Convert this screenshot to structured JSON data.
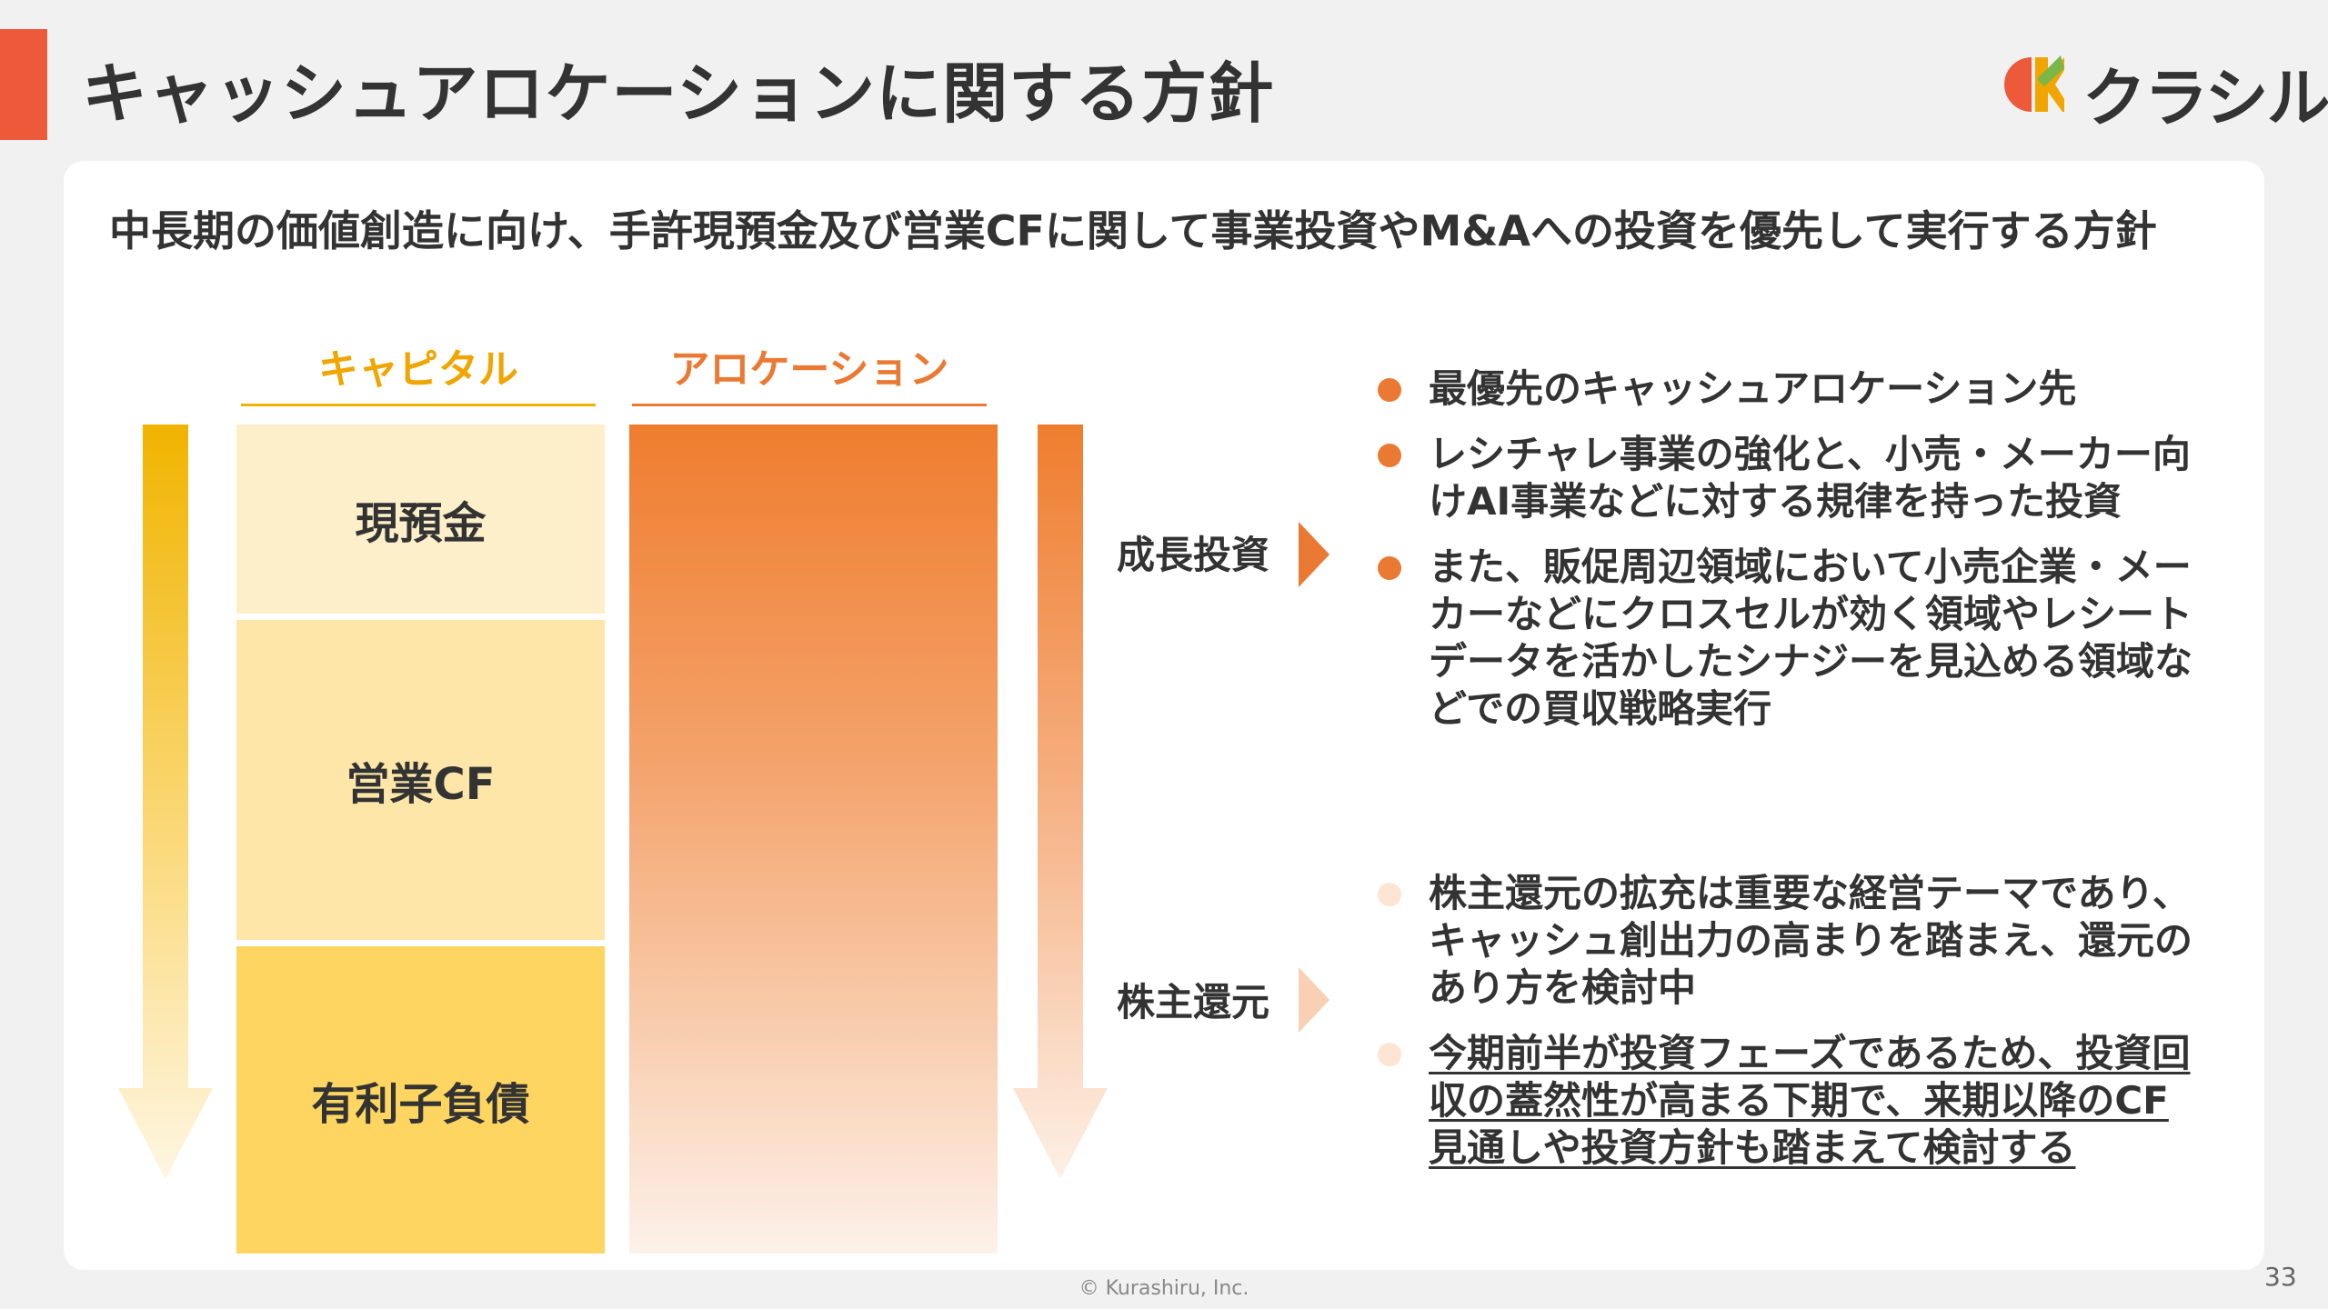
{
  "header": {
    "title": "キャッシュアロケーションに関する方針",
    "logo_text": "クラシル",
    "accent_color": "#ec5a3a"
  },
  "lead": "中長期の価値創造に向け、手許現預金及び営業CFに関して事業投資やM&Aへの投資を優先して実行する方針",
  "columns": {
    "capital_header": "キャピタル",
    "allocation_header": "アロケーション",
    "capital_items": [
      "現預金",
      "営業CF",
      "有利子負債"
    ]
  },
  "allocations": [
    {
      "label": "成長投資",
      "bullets": [
        {
          "text": "最優先のキャッシュアロケーション先",
          "underline": false
        },
        {
          "text": "レシチャレ事業の強化と、小売・メーカー向けAI事業などに対する規律を持った投資",
          "underline": false
        },
        {
          "text": "また、販促周辺領域において小売企業・メーカーなどにクロスセルが効く領域やレシートデータを活かしたシナジーを見込める領域などでの買収戦略実行",
          "underline": false
        }
      ]
    },
    {
      "label": "株主還元",
      "bullets": [
        {
          "text": "株主還元の拡充は重要な経営テーマであり、キャッシュ創出力の高まりを踏まえ、還元のあり方を検討中",
          "underline": false
        },
        {
          "text": "今期前半が投資フェーズであるため、投資回収の蓋然性が高まる下期で、来期以降のCF見通しや投資方針も踏まえて検討する",
          "underline": true
        }
      ]
    }
  ],
  "footer": {
    "copyright": "© Kurashiru, Inc.",
    "page_number": "33"
  }
}
